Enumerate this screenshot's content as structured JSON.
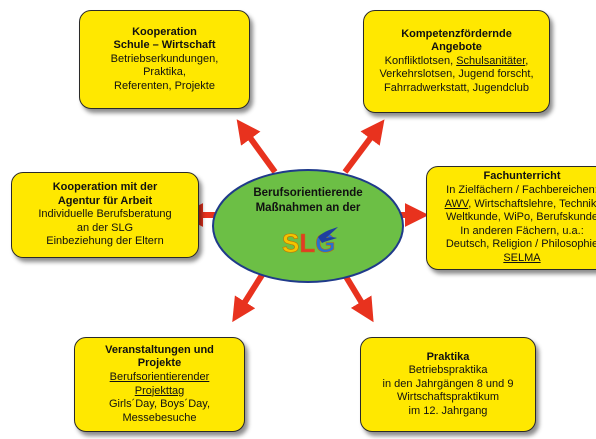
{
  "center": {
    "line1": "Berufsorientierende",
    "line2": "Maßnahmen an der",
    "logo_text": "SLG"
  },
  "box_top_left": {
    "title1": "Kooperation",
    "title2": "Schule – Wirtschaft",
    "lines": [
      "Betriebserkundungen,",
      "Praktika,",
      "Referenten, Projekte"
    ]
  },
  "box_top_right": {
    "title1": "Kompetenzfördernde",
    "title2": "Angebote",
    "line1_a": "Konfliktlotsen, ",
    "line1_b": "Schulsanitäter",
    "line1_c": ",",
    "line2": "Verkehrslotsen, Jugend forscht,",
    "line3": "Fahrradwerkstatt, Jugendclub"
  },
  "box_mid_left": {
    "title1": "Kooperation mit der",
    "title2": "Agentur für Arbeit",
    "lines": [
      "Individuelle Berufsberatung",
      "an der SLG",
      "Einbeziehung der Eltern"
    ]
  },
  "box_mid_right": {
    "title": "Fachunterricht",
    "line1": "In Zielfächern / Fachbereichen:",
    "line2_a": "AWV",
    "line2_b": ", Wirtschaftslehre, Technik,",
    "line3": "Weltkunde, WiPo, Berufskunde",
    "line4": "In anderen Fächern, u.a.:",
    "line5": "Deutsch, Religion / Philosophie",
    "line6": "SELMA"
  },
  "box_bottom_left": {
    "title1": "Veranstaltungen und",
    "title2": "Projekte",
    "line1": "Berufsorientierender",
    "line2": "Projekttag",
    "line3": "Girls´Day, Boys´Day,",
    "line4": "Messebesuche"
  },
  "box_bottom_right": {
    "title": "Praktika",
    "lines": [
      "Betriebspraktika",
      "in den Jahrgängen 8 und 9",
      "Wirtschaftspraktikum",
      "im 12. Jahrgang"
    ]
  },
  "colors": {
    "box_fill": "#ffe800",
    "center_fill": "#6cbf45",
    "arrow": "#e8321e"
  }
}
